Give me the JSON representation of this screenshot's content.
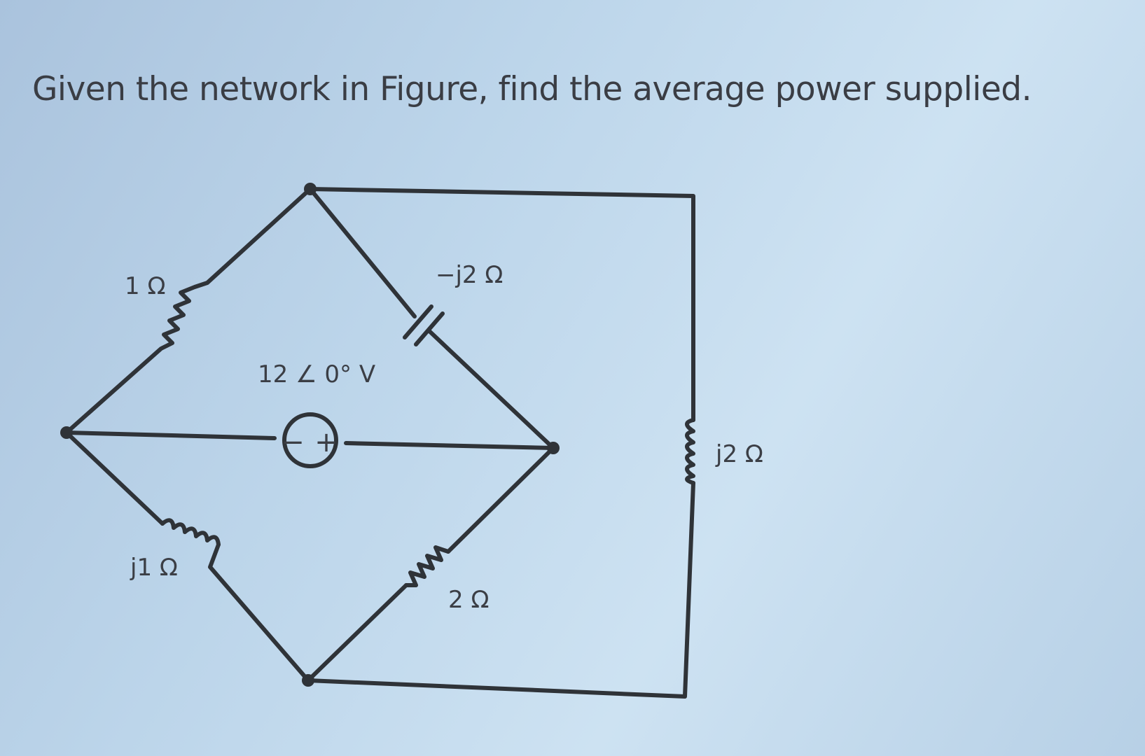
{
  "question": {
    "text": "Given the network in Figure, find the average power supplied."
  },
  "circuit": {
    "source": {
      "magnitude": "12",
      "angle": "0°",
      "unit": "V",
      "minus": "−",
      "plus": "+"
    },
    "labels": {
      "r_top_left": "1 Ω",
      "c_top_right": "−j2 Ω",
      "l_right": "j2 Ω",
      "l_bottom_left": "j1 Ω",
      "r_bottom_right": "2 Ω"
    }
  },
  "colors": {
    "wire": "#2f3338",
    "text": "#3a3d44"
  }
}
